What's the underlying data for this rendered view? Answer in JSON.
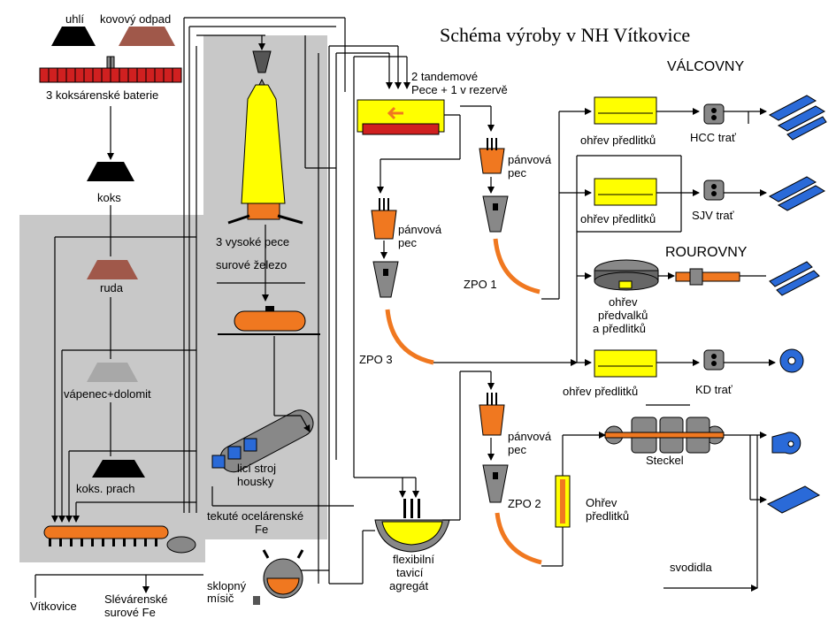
{
  "title": "Schéma výroby v NH Vítkovice",
  "sections": {
    "valcovny": "VÁLCOVNY",
    "rourovny": "ROUROVNY"
  },
  "labels": {
    "uhli": "uhlí",
    "kovovy_odpad": "kovový odpad",
    "koksarenske_baterie": "3 koksárenské baterie",
    "koks": "koks",
    "ruda": "ruda",
    "vapenec": "vápenec+dolomit",
    "koks_prach": "koks. prach",
    "vysoke_pece": "3 vysoké pece",
    "surove_zelezo": "surové železo",
    "lici_stroj_1": "licí stroj",
    "lici_stroj_2": "housky",
    "tekute_1": "tekuté ocelárenské",
    "tekute_2": "Fe",
    "vitkovice": "Vítkovice",
    "slevarenske_1": "Slévárenské",
    "slevarenske_2": "surové Fe",
    "sklopny_1": "sklopný",
    "sklopny_2": "mísič",
    "flex_1": "flexibilní",
    "flex_2": "tavicí",
    "flex_3": "agregát",
    "tandem_1": "2 tandemové",
    "tandem_2": "Pece + 1 v rezervě",
    "panvova_pec_a1": "pánvová",
    "panvova_pec_a2": "pec",
    "panvova_pec_b1": "pánvová",
    "panvova_pec_b2": "pec",
    "panvova_pec_c1": "pánvová",
    "panvova_pec_c2": "pec",
    "zpo1": "ZPO 1",
    "zpo2": "ZPO 2",
    "zpo3": "ZPO 3",
    "ohrev_predlitku_1": "ohřev předlitků",
    "ohrev_predlitku_2": "ohřev předlitků",
    "ohrev_predlitku_3": "ohřev předlitků",
    "hcc": "HCC trať",
    "sjv": "SJV trať",
    "kd": "KD trať",
    "ohrev_predvalku_1": "ohřev",
    "ohrev_predvalku_2": "předvalků",
    "ohrev_predvalku_3": "a předlitků",
    "steckel": "Steckel",
    "ohrev_pl_1": "Ohřev",
    "ohrev_pl_2": "předlitků",
    "svodidla": "svodidla"
  },
  "colors": {
    "gray_zone": "#c8c8c8",
    "yellow": "#ffff00",
    "orange": "#f07820",
    "blue": "#2a6ad8",
    "brown": "#a0584a",
    "black": "#000000",
    "red": "#d02020"
  }
}
